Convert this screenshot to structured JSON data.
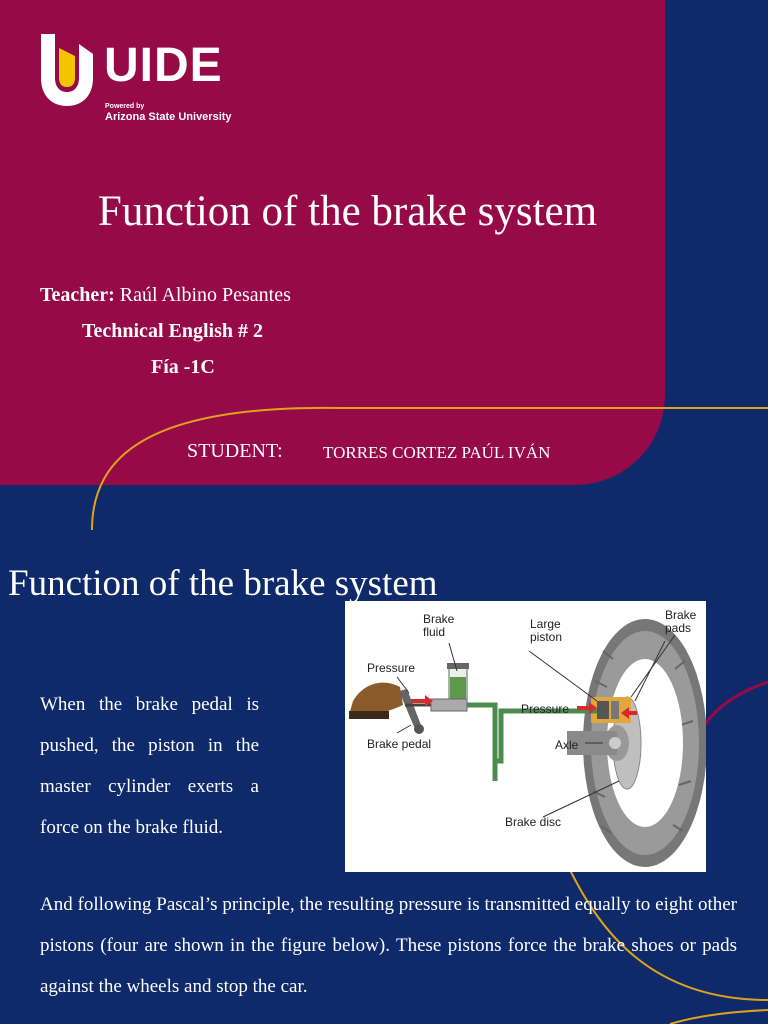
{
  "logo": {
    "name": "UIDE",
    "powered_by": "Powered by",
    "partner": "Arizona State University"
  },
  "slide1": {
    "title": "Function of the brake system",
    "teacher_label": "Teacher:",
    "teacher_name": "Raúl Albino Pesantes",
    "course": "Technical English # 2",
    "group": "Fía -1C",
    "student_label": "STUDENT:",
    "student_name": "TORRES CORTEZ PAÚL IVÁN"
  },
  "slide2": {
    "title": "Function of the brake system",
    "paragraph1": "When the brake pedal is pushed, the piston in the master cylinder exerts a force on the brake fluid.",
    "paragraph2": "And following Pascal’s principle, the resulting pressure is transmitted equally to eight other pistons (four are shown in the figure below). These pistons force the brake shoes or pads against the wheels and stop the car.",
    "figure": {
      "labels": {
        "brake_fluid_1": "Brake",
        "brake_fluid_2": "fluid",
        "pressure_left": "Pressure",
        "brake_pedal": "Brake pedal",
        "large_piston_1": "Large",
        "large_piston_2": "piston",
        "pressure_right": "Pressure",
        "axle": "Axle",
        "brake_disc": "Brake disc",
        "brake_pads_1": "Brake",
        "brake_pads_2": "pads"
      }
    }
  },
  "colors": {
    "maroon": "#960a48",
    "navy": "#0f2a6b",
    "gold_line": "#e0a21a",
    "logo_yellow": "#f2c500"
  }
}
